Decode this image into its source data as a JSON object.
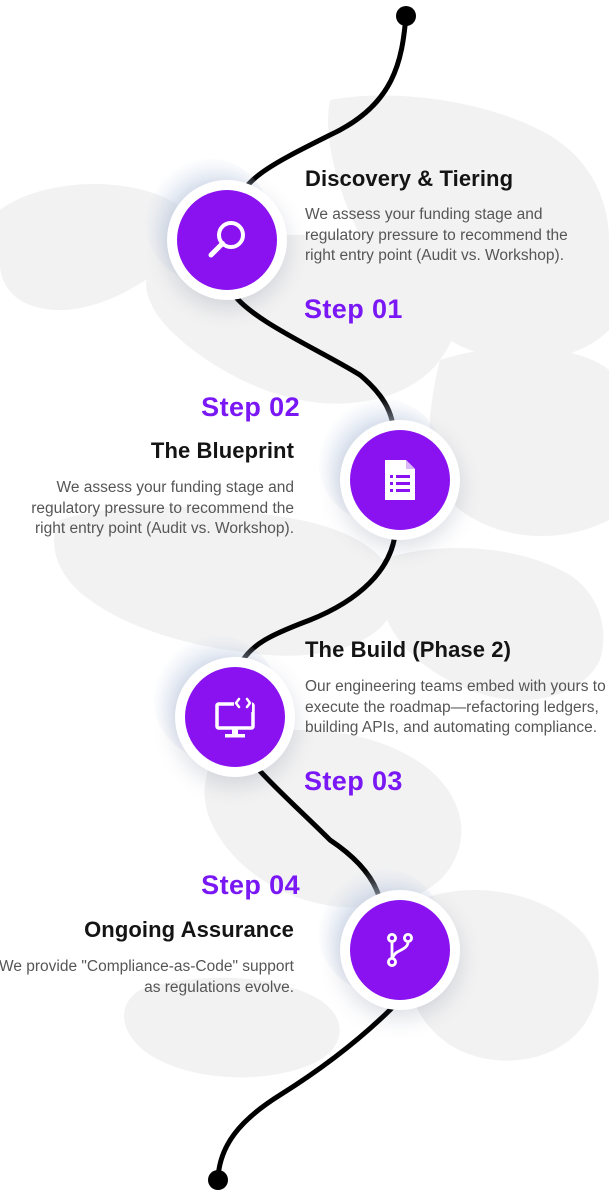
{
  "colors": {
    "accent": "#7a17f5",
    "icon_disc": "#8a12f0",
    "title": "#141414",
    "body_text": "#565656",
    "connector": "#000000",
    "map_background": "#f2f2f2"
  },
  "steps": [
    {
      "title": "Discovery & Tiering",
      "description": "We assess your funding stage and regulatory pressure to recommend the right entry point (Audit vs. Workshop).",
      "label": "Step 01",
      "icon": "magnifier-icon"
    },
    {
      "title": "The Blueprint",
      "description": "We assess your funding stage and regulatory pressure to recommend the right entry point (Audit vs. Workshop).",
      "label": "Step 02",
      "icon": "document-list-icon"
    },
    {
      "title": "The Build (Phase 2)",
      "description": "Our engineering teams embed with yours to execute the roadmap—refactoring ledgers, building APIs, and automating compliance.",
      "label": "Step 03",
      "icon": "code-monitor-icon"
    },
    {
      "title": "Ongoing Assurance",
      "description": "We provide \"Compliance-as-Code\" support as regulations evolve.",
      "label": "Step 04",
      "icon": "git-branch-icon"
    }
  ]
}
